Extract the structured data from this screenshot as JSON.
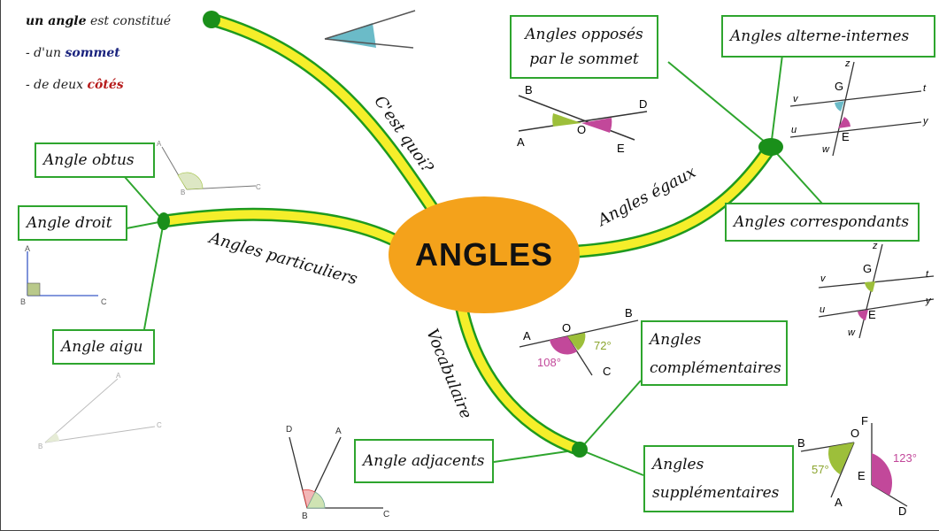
{
  "central": {
    "title": "ANGLES"
  },
  "intro": {
    "line1_bold": "un angle",
    "line1_rest": " est constitué",
    "line2_pre": "- d'un ",
    "line2_bold": "sommet",
    "line3_pre": "- de deux ",
    "line3_bold": "côtés"
  },
  "branches": {
    "cest_quoi": "C'est quoi?",
    "particuliers": "Angles particuliers",
    "egaux": "Angles égaux",
    "vocabulaire": "Vocabulaire"
  },
  "boxes": {
    "opposes": "Angles opposés par le sommet",
    "opposes_l1": "Angles opposés",
    "opposes_l2": "par le sommet",
    "alterne": "Angles alterne-internes",
    "correspondants": "Angles correspondants",
    "obtus": "Angle obtus",
    "droit": "Angle droit",
    "aigu": "Angle aigu",
    "complementaires_l1": "Angles",
    "complementaires_l2": "complémentaires",
    "adjacents": "Angle adjacents",
    "supplementaires_l1": "Angles",
    "supplementaires_l2": "supplémentaires"
  },
  "figures": {
    "opposes": {
      "B": "B",
      "D": "D",
      "O": "O",
      "A": "A",
      "E": "E"
    },
    "alterne": {
      "z": "z",
      "G": "G",
      "t": "t",
      "v": "v",
      "u": "u",
      "E": "E",
      "y": "y",
      "w": "w"
    },
    "correspondants": {
      "z": "z",
      "G": "G",
      "t": "t",
      "v": "v",
      "u": "u",
      "E": "E",
      "y": "y",
      "w": "w"
    },
    "obtus": {
      "A": "A",
      "B": "B",
      "C": "C"
    },
    "droit": {
      "A": "A",
      "B": "B",
      "C": "C"
    },
    "aigu": {
      "A": "A",
      "B": "B",
      "C": "C"
    },
    "complementaires": {
      "A": "A",
      "O": "O",
      "B": "B",
      "C": "C",
      "deg1": "72°",
      "deg2": "108°"
    },
    "adjacents": {
      "D": "D",
      "A": "A",
      "B": "B",
      "C": "C"
    },
    "supplementaires": {
      "B": "B",
      "O": "O",
      "F": "F",
      "E": "E",
      "A": "A",
      "D": "D",
      "deg1": "57°",
      "deg2": "123°"
    }
  },
  "colors": {
    "branch_fill": "#f5ee2a",
    "branch_edge": "#1e9a1e",
    "box_border": "#2ea52e",
    "central": "#f4a21b",
    "arc_green": "#9dbf3a",
    "arc_pink": "#c2489a",
    "arc_teal": "#5fb6c4"
  }
}
